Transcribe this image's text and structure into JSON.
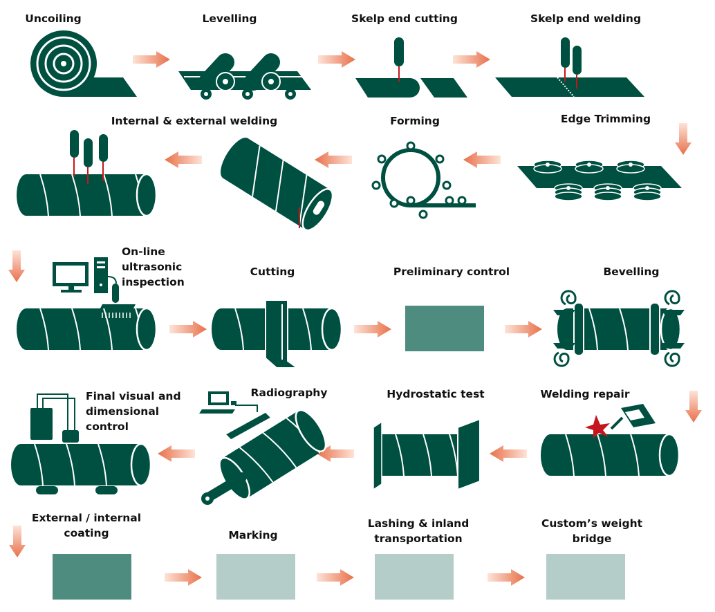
{
  "colors": {
    "machine": "#005041",
    "light_line": "#ffffff",
    "arrow_dark": "#e8704a",
    "arrow_light": "#fde3d7",
    "weld_mark": "#c4161c",
    "box_medium": "#4f8c80",
    "box_light": "#b5cdc8"
  },
  "steps": {
    "uncoiling": "Uncoiling",
    "levelling": "Levelling",
    "skelp_end_cutting": "Skelp end cutting",
    "skelp_end_welding": "Skelp end welding",
    "internal_external_welding": "Internal & external welding",
    "forming": "Forming",
    "edge_trimming": "Edge Trimming",
    "ultrasonic": [
      "On-line",
      "ultrasonic",
      "inspection"
    ],
    "cutting": "Cutting",
    "preliminary_control": "Preliminary control",
    "bevelling": "Bevelling",
    "final_control": [
      "Final visual and",
      "dimensional",
      "control"
    ],
    "radiography": "Radiography",
    "hydrostatic_test": "Hydrostatic test",
    "welding_repair": "Welding repair",
    "coating": [
      "External / internal",
      "coating"
    ],
    "marking": "Marking",
    "lashing": [
      "Lashing & inland",
      "transportation"
    ],
    "weight_bridge": [
      "Custom’s weight",
      "bridge"
    ]
  }
}
